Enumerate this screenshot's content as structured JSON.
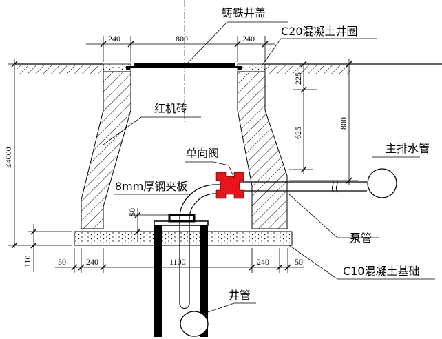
{
  "labels": {
    "cast_iron_cover": "铸铁井盖",
    "c20_ring": "C20混凝土井圈",
    "red_brick": "红机砖",
    "check_valve": "单向阀",
    "steel_plate": "8mm厚钢夹板",
    "main_drain": "主排水管",
    "pump_pipe": "泵管",
    "c10_base": "C10混凝土基础",
    "well_pipe": "井管"
  },
  "dimensions": {
    "top_left": "240",
    "top_mid": "800",
    "top_right": "240",
    "right_225": "225",
    "right_625": "625",
    "right_800": "800",
    "left_depth": "≤4000",
    "left_110": "110",
    "plate_50": "50",
    "bot_50_left": "50",
    "bot_240_left": "240",
    "bot_1100": "1100",
    "bot_240_right": "240",
    "bot_50_right": "50"
  },
  "colors": {
    "valve": "#e8141c",
    "line": "#000000"
  }
}
